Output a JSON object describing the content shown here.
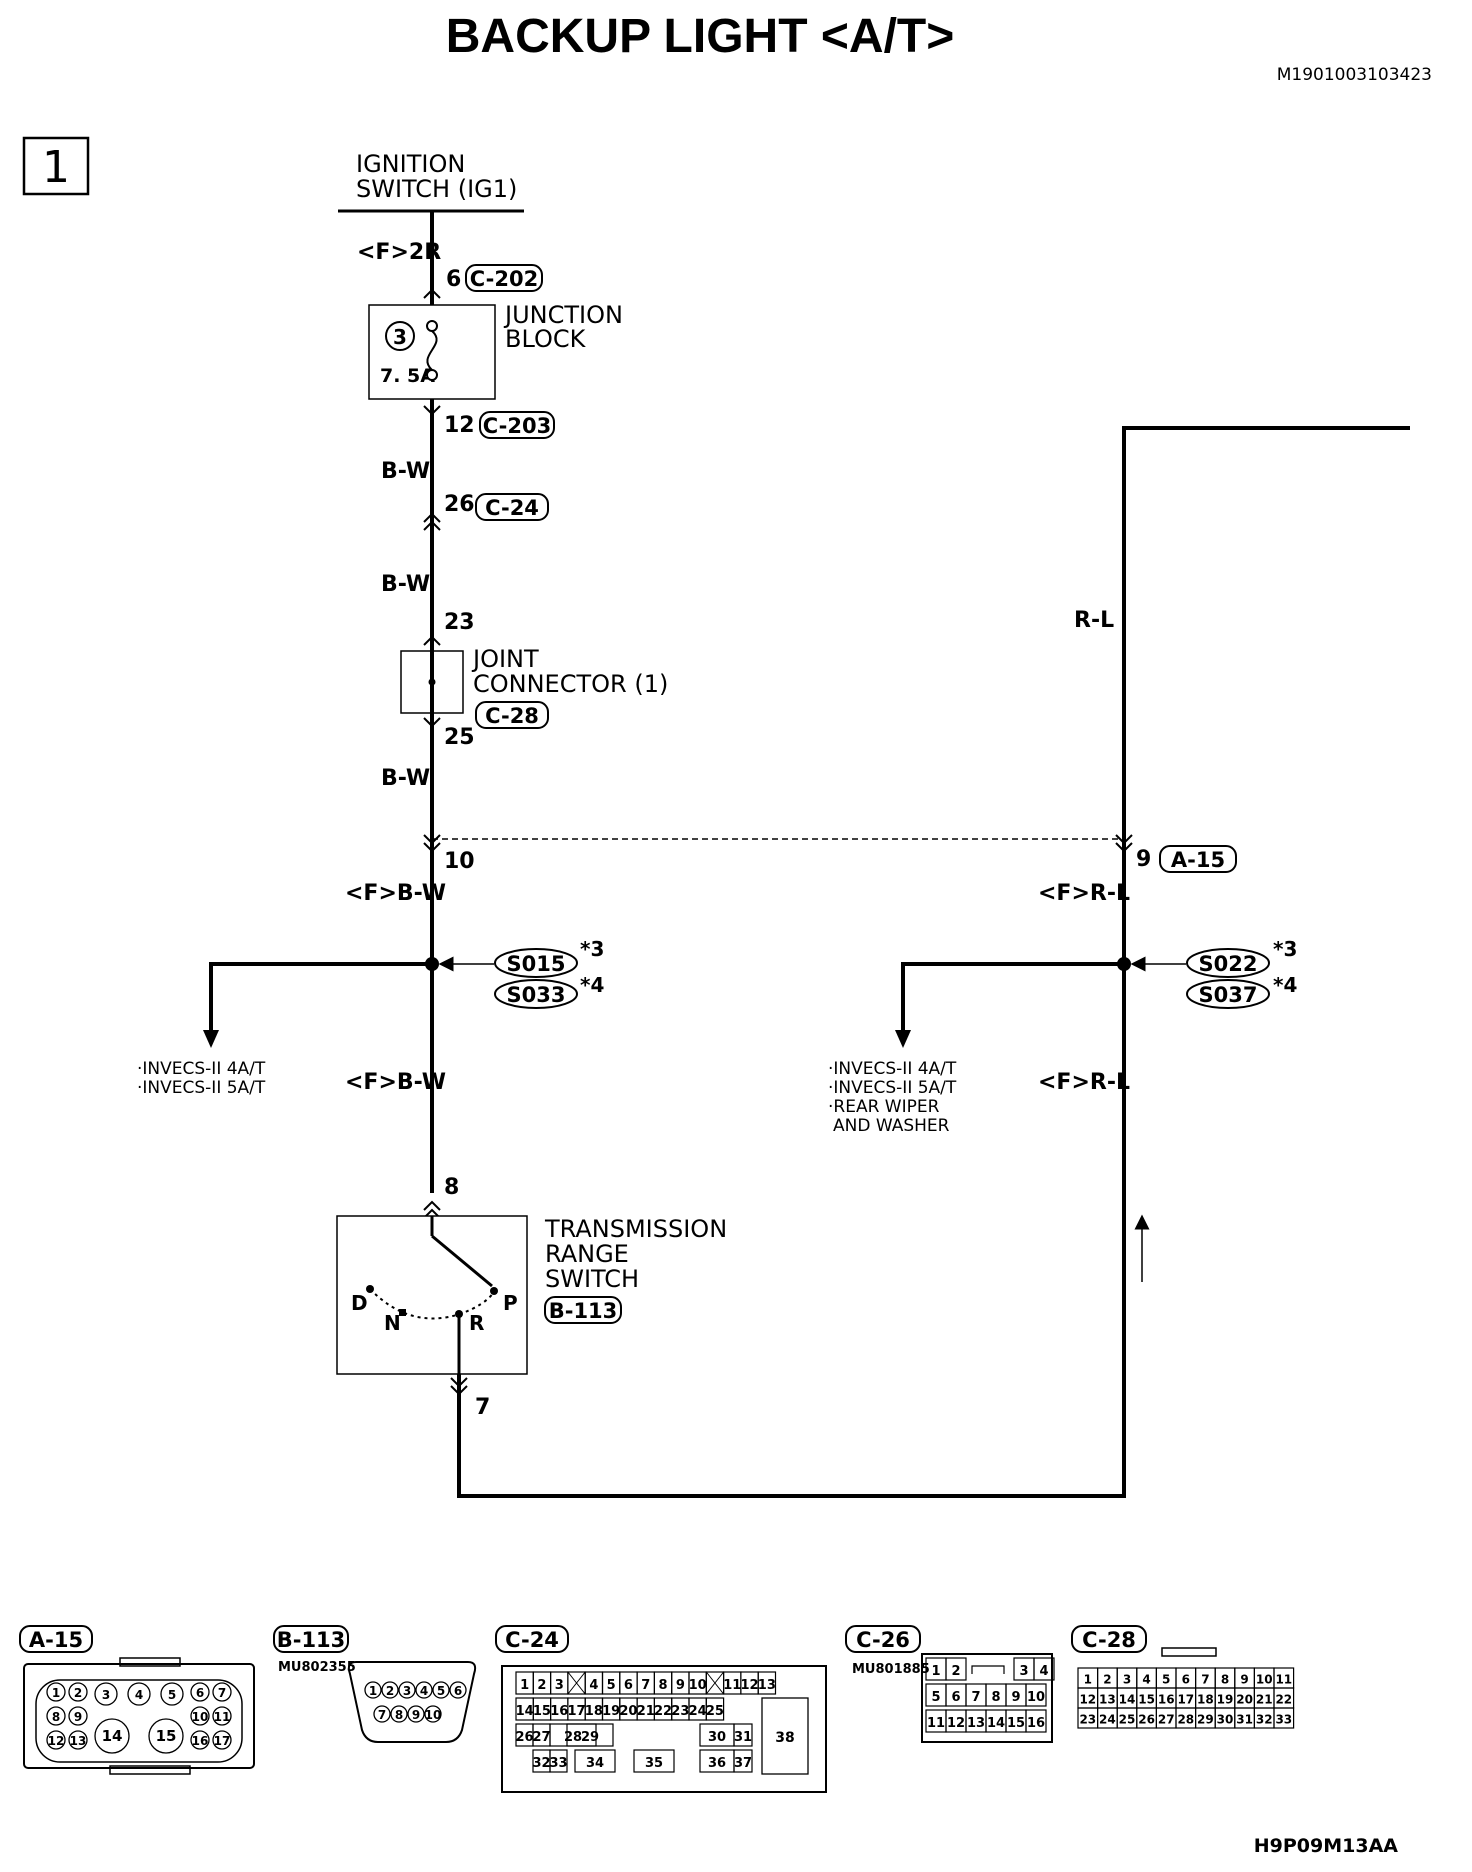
{
  "title": "BACKUP LIGHT <A/T>",
  "doc_code": "M1901003103423",
  "page_number": "1",
  "footer_code": "H9P09M13AA",
  "ignition": {
    "line1": "IGNITION",
    "line2": "SWITCH (IG1)"
  },
  "wires": {
    "f_2r": "<F>2R",
    "bw_1": "B-W",
    "bw_2": "B-W",
    "bw_3": "B-W",
    "f_bw_1": "<F>B-W",
    "f_bw_2": "<F>B-W",
    "rl": "R-L",
    "f_rl_1": "<F>R-L",
    "f_rl_2": "<F>R-L"
  },
  "pins": {
    "p6": "6",
    "p12": "12",
    "p26": "26",
    "p23": "23",
    "p25": "25",
    "p10": "10",
    "p9": "9",
    "p8": "8",
    "p7": "7"
  },
  "connectors": {
    "c202": "C-202",
    "c203": "C-203",
    "c24": "C-24",
    "c28": "C-28",
    "a15": "A-15",
    "b113": "B-113"
  },
  "junction_block": {
    "line1": "JUNCTION",
    "line2": "BLOCK",
    "fuse_number": "3",
    "fuse_rating": "7. 5A"
  },
  "joint_connector": {
    "line1": "JOINT",
    "line2": "CONNECTOR (1)"
  },
  "splices": {
    "s015": "S015",
    "s033": "S033",
    "s022": "S022",
    "s037": "S037",
    "note3": "*3",
    "note4": "*4"
  },
  "left_branch_labels": [
    "·INVECS-II 4A/T",
    "·INVECS-II 5A/T"
  ],
  "right_branch_labels": [
    "·INVECS-II 4A/T",
    "·INVECS-II 5A/T",
    "·REAR WIPER",
    "AND WASHER"
  ],
  "trs": {
    "line1": "TRANSMISSION",
    "line2": "RANGE",
    "line3": "SWITCH",
    "pos_d": "D",
    "pos_n": "N",
    "pos_r": "R",
    "pos_p": "P"
  },
  "connector_views": {
    "a15": {
      "label": "A-15",
      "pins": [
        "1",
        "2",
        "3",
        "4",
        "5",
        "6",
        "7",
        "8",
        "9",
        "10",
        "11",
        "12",
        "13",
        "14",
        "15",
        "16",
        "17"
      ]
    },
    "b113": {
      "label": "B-113",
      "part": "MU802355",
      "pins": [
        "1",
        "2",
        "3",
        "4",
        "5",
        "6",
        "7",
        "8",
        "9",
        "10"
      ]
    },
    "c24": {
      "label": "C-24",
      "row1": [
        "1",
        "2",
        "3",
        "",
        "4",
        "5",
        "6",
        "7",
        "8",
        "9",
        "10",
        "",
        "11",
        "12",
        "13"
      ],
      "row2": [
        "14",
        "15",
        "16",
        "17",
        "18",
        "19",
        "20",
        "21",
        "22",
        "23",
        "24",
        "25"
      ],
      "row3": [
        "26",
        "27",
        "28",
        "29",
        "30",
        "31"
      ],
      "row4": [
        "32",
        "33",
        "34",
        "35",
        "36",
        "37"
      ],
      "big": "38"
    },
    "c26": {
      "label": "C-26",
      "part": "MU801885",
      "rows": [
        [
          "1",
          "2",
          "",
          "3",
          "4"
        ],
        [
          "5",
          "6",
          "7",
          "8",
          "9",
          "10"
        ],
        [
          "11",
          "12",
          "13",
          "14",
          "15",
          "16"
        ]
      ]
    },
    "c28": {
      "label": "C-28",
      "rows": [
        [
          "1",
          "2",
          "3",
          "4",
          "5",
          "6",
          "7",
          "8",
          "9",
          "10",
          "11"
        ],
        [
          "12",
          "13",
          "14",
          "15",
          "16",
          "17",
          "18",
          "19",
          "20",
          "21",
          "22"
        ],
        [
          "23",
          "24",
          "25",
          "26",
          "27",
          "28",
          "29",
          "30",
          "31",
          "32",
          "33"
        ]
      ]
    }
  }
}
